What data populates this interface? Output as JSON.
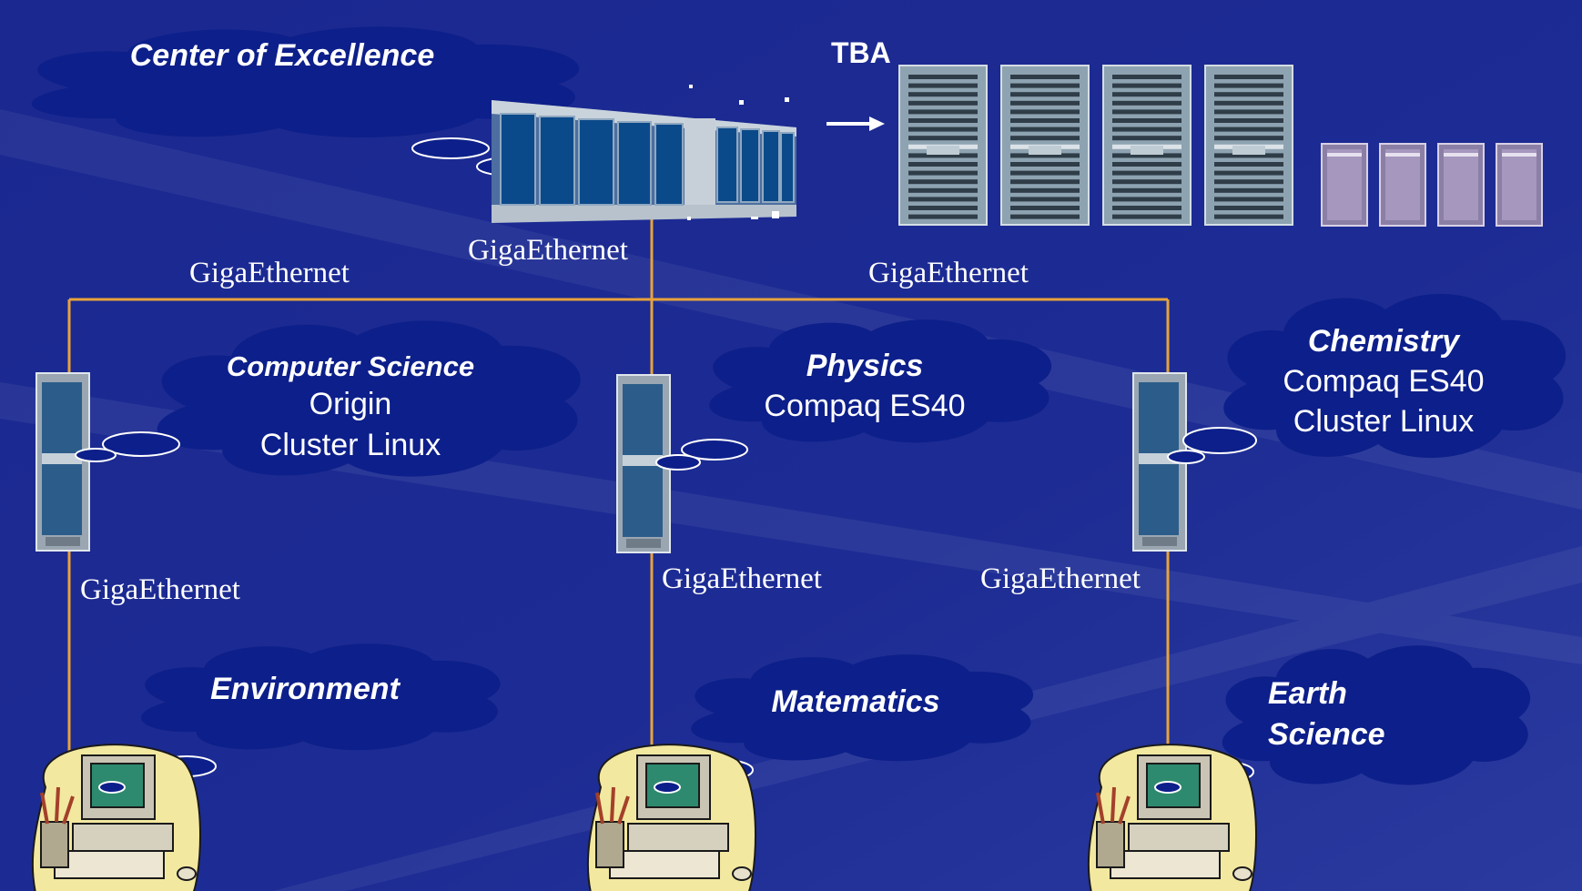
{
  "colors": {
    "background": "#1b2a8e",
    "cloud_fill": "#0d1f8a",
    "cloud_stroke": "#ffffff",
    "link_line": "#e8a33a",
    "text": "#ffffff"
  },
  "top": {
    "center_title": "Center of Excellence",
    "tba_label": "TBA",
    "center_link_label": "GigaEthernet",
    "left_link_label": "GigaEthernet",
    "right_link_label": "GigaEthernet"
  },
  "nodes": [
    {
      "title": "Computer Science",
      "line1": "Origin",
      "line2": "Cluster Linux",
      "link_label": "GigaEthernet",
      "client_title": "Environment",
      "client_title2": ""
    },
    {
      "title": "Physics",
      "line1": "Compaq ES40",
      "line2": "",
      "link_label": "GigaEthernet",
      "client_title": "Matematics",
      "client_title2": ""
    },
    {
      "title": "Chemistry",
      "line1": "Compaq ES40",
      "line2": "Cluster Linux",
      "link_label": "GigaEthernet",
      "client_title": "Earth",
      "client_title2": "Science"
    }
  ],
  "icons": {
    "supercomputer": "supercomputer-icon",
    "server_rack": "server-rack-icon",
    "small_server": "small-server-icon",
    "node_server": "server-tower-icon",
    "workstation": "desktop-computer-icon",
    "arrow": "arrow-right-icon"
  }
}
